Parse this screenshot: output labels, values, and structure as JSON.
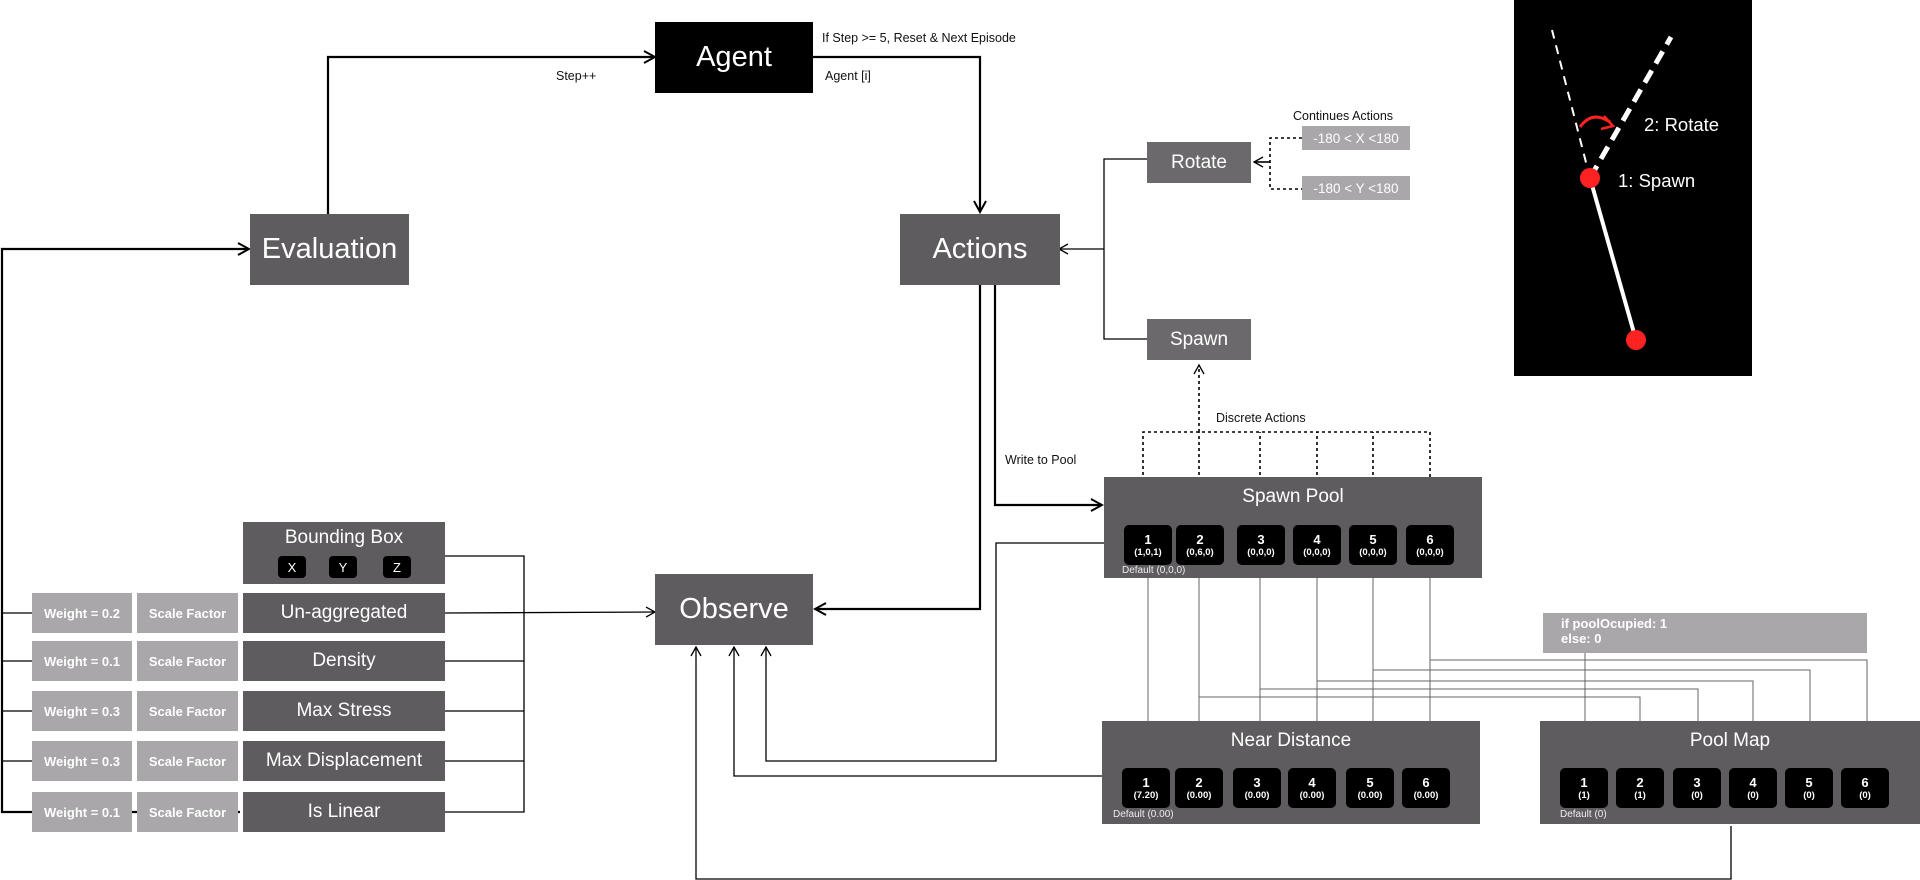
{
  "nodes": {
    "agent": "Agent",
    "evaluation": "Evaluation",
    "actions": "Actions",
    "observe": "Observe",
    "rotate": "Rotate",
    "spawn": "Spawn"
  },
  "labels": {
    "reset": "If Step >= 5, Reset & Next Episode",
    "agent_i": "Agent [i]",
    "step": "Step++",
    "continues": "Continues Actions",
    "discrete": "Discrete Actions",
    "write_pool": "Write to Pool"
  },
  "ranges": [
    "-180 < X <180",
    "-180 < Y <180"
  ],
  "bounding_box": {
    "title": "Bounding Box",
    "axes": [
      "X",
      "Y",
      "Z"
    ]
  },
  "metrics": [
    {
      "weight": "Weight = 0.2",
      "scale": "Scale Factor",
      "name": "Un-aggregated"
    },
    {
      "weight": "Weight = 0.1",
      "scale": "Scale Factor",
      "name": "Density"
    },
    {
      "weight": "Weight = 0.3",
      "scale": "Scale Factor",
      "name": "Max Stress"
    },
    {
      "weight": "Weight = 0.3",
      "scale": "Scale Factor",
      "name": "Max Displacement"
    },
    {
      "weight": "Weight = 0.1",
      "scale": "Scale Factor",
      "name": "Is Linear"
    }
  ],
  "spawn_pool": {
    "title": "Spawn Pool",
    "default": "Default (0,0,0)",
    "items": [
      {
        "n": "1",
        "v": "(1,0,1)"
      },
      {
        "n": "2",
        "v": "(0,6,0)"
      },
      {
        "n": "3",
        "v": "(0,0,0)"
      },
      {
        "n": "4",
        "v": "(0,0,0)"
      },
      {
        "n": "5",
        "v": "(0,0,0)"
      },
      {
        "n": "6",
        "v": "(0,0,0)"
      }
    ]
  },
  "near_distance": {
    "title": "Near Distance",
    "default": "Default (0.00)",
    "items": [
      {
        "n": "1",
        "v": "(7.20)"
      },
      {
        "n": "2",
        "v": "(0.00)"
      },
      {
        "n": "3",
        "v": "(0.00)"
      },
      {
        "n": "4",
        "v": "(0.00)"
      },
      {
        "n": "5",
        "v": "(0.00)"
      },
      {
        "n": "6",
        "v": "(0.00)"
      }
    ]
  },
  "pool_map": {
    "title": "Pool Map",
    "default": "Default (0)",
    "items": [
      {
        "n": "1",
        "v": "(1)"
      },
      {
        "n": "2",
        "v": "(1)"
      },
      {
        "n": "3",
        "v": "(0)"
      },
      {
        "n": "4",
        "v": "(0)"
      },
      {
        "n": "5",
        "v": "(0)"
      },
      {
        "n": "6",
        "v": "(0)"
      }
    ]
  },
  "pool_note": [
    "if poolOcupied: 1",
    "else: 0"
  ],
  "viz": {
    "rotate": "2: Rotate",
    "spawn": "1: Spawn",
    "accent": "#ff2222"
  },
  "colors": {
    "node": "#5e5c5e",
    "agent": "#000000",
    "light": "#a9a7a9"
  }
}
